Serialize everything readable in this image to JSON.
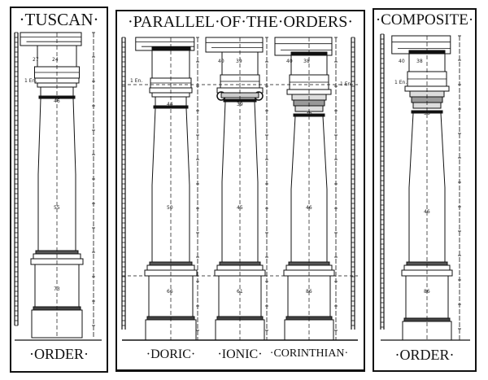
{
  "panels": {
    "tuscan": {
      "title": "·TUSCAN·",
      "subtitle": "·ORDER·"
    },
    "parallel": {
      "title": "·PARALLEL·OF·THE·ORDERS·",
      "labels": [
        "·DORIC·",
        "·IONIC·",
        "·CORINTHIAN·"
      ]
    },
    "composite": {
      "title": "·COMPOSITE·",
      "subtitle": "·ORDER·"
    }
  },
  "dimensions": {
    "tuscan": {
      "a": "27",
      "b": "24",
      "top": "46",
      "mid": "55",
      "ped": "73",
      "en": "1 En."
    },
    "doric": {
      "top": "44",
      "mid": "50",
      "ped": "66",
      "en": "1 En."
    },
    "ionic": {
      "a": "40",
      "b": "39",
      "top": "39",
      "mid": "45",
      "ped": "61"
    },
    "corinthian": {
      "a": "40",
      "b": "38",
      "top": "36",
      "mid": "46",
      "ped": "86",
      "en": "1 En."
    },
    "composite": {
      "a": "40",
      "b": "38",
      "top": "36",
      "mid": "46",
      "ped": "86",
      "en": "1 En."
    }
  },
  "colors": {
    "ink": "#111111",
    "paper": "#ffffff"
  }
}
